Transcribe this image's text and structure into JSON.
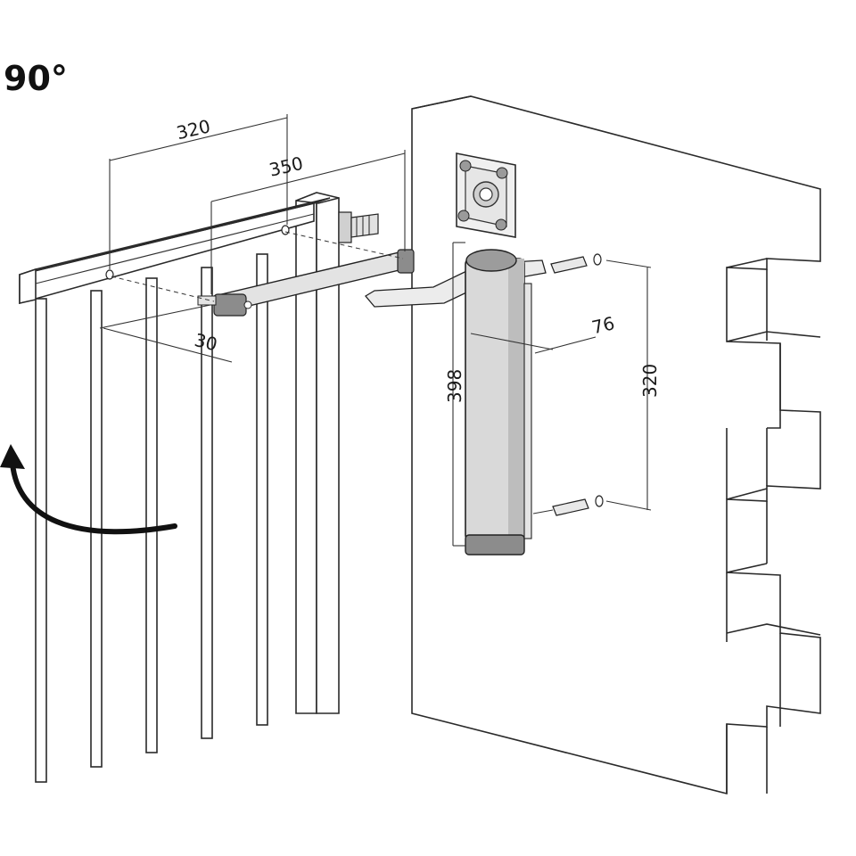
{
  "angle_label": "90°",
  "dimensions": {
    "arm_span_320": "320",
    "arm_span_350": "350",
    "offset_30": "30",
    "depth_76": "76",
    "height_398": "398",
    "bolt_spacing_320": "320"
  },
  "colors": {
    "line": "#2a2a2a",
    "closer_body": "#d9d9d9",
    "closer_cap": "#8c8c8c",
    "arrow": "#111111"
  }
}
